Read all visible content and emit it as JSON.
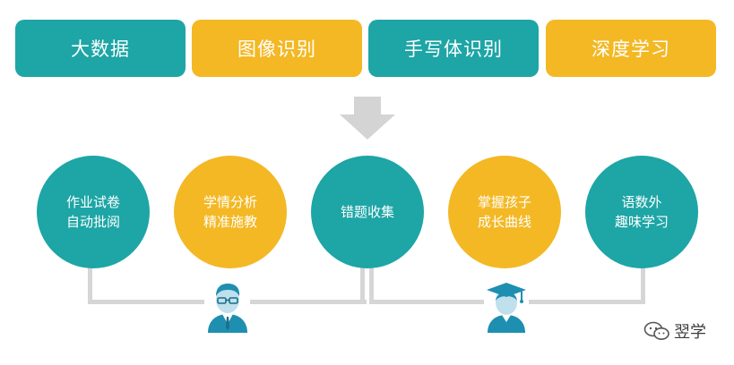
{
  "top_pills": [
    {
      "label": "大数据",
      "color": "#1ea5a6"
    },
    {
      "label": "图像识别",
      "color": "#f3b824"
    },
    {
      "label": "手写体识别",
      "color": "#1ea5a6"
    },
    {
      "label": "深度学习",
      "color": "#f3b824"
    }
  ],
  "arrow_color": "#d4d4d4",
  "circles": [
    {
      "line1": "作业试卷",
      "line2": "自动批阅",
      "color": "#1ea5a6"
    },
    {
      "line1": "学情分析",
      "line2": "精准施教",
      "color": "#f3b824"
    },
    {
      "line1": "错题收集",
      "line2": "",
      "color": "#1ea5a6"
    },
    {
      "line1": "掌握孩子",
      "line2": "成长曲线",
      "color": "#f3b824"
    },
    {
      "line1": "语数外",
      "line2": "趣味学习",
      "color": "#1ea5a6"
    }
  ],
  "icons": {
    "teacher": "teacher-icon",
    "student": "student-graduate-icon",
    "wechat": "wechat-icon"
  },
  "watermark": {
    "text": "翌学"
  }
}
